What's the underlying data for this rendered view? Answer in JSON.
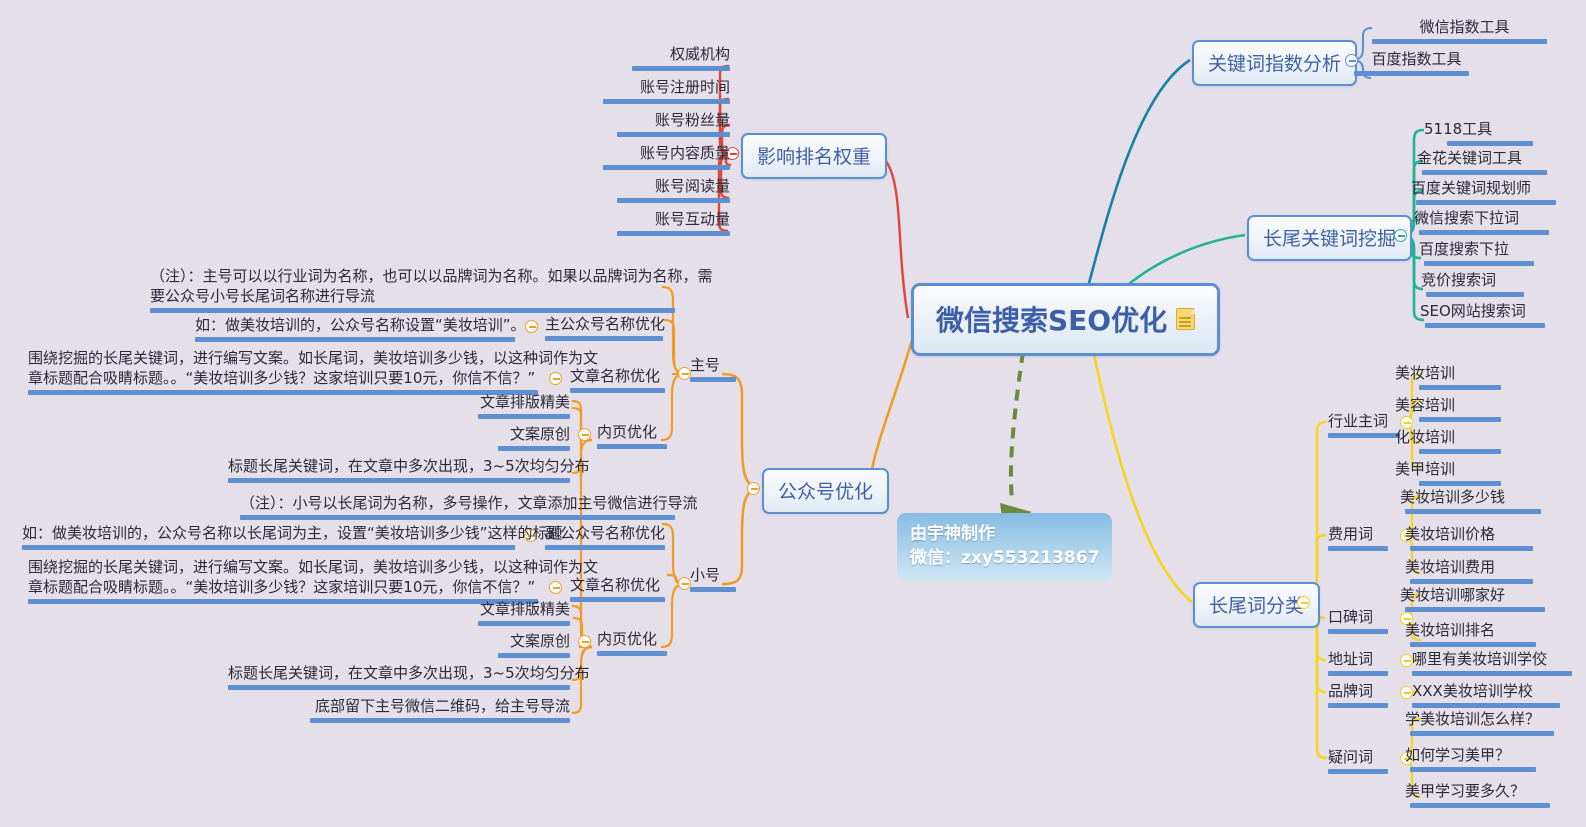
{
  "root": {
    "label": "微信搜索SEO优化",
    "icon": "note-icon"
  },
  "credit": {
    "line1": "由宇神制作",
    "line2": "微信：zxy553213867"
  },
  "colors": {
    "background": "#e4dfe9",
    "node_border": "#5b8fd4",
    "node_text": "#3f5fa6",
    "underline_bar": "#5e8fd0",
    "branch_red": "#e0453b",
    "branch_orange": "#f29a22",
    "branch_teal_blue": "#1682a8",
    "branch_green": "#22b394",
    "branch_yellow": "#f5d422",
    "arrow_green": "#6c8a3c",
    "note_icon": "#f8d870"
  },
  "branches": {
    "ranking_weight": {
      "label": "影响排名权重",
      "color": "#e0453b",
      "children": [
        "权威机构",
        "账号注册时间",
        "账号粉丝量",
        "账号内容质量",
        "账号阅读量",
        "账号互动量"
      ]
    },
    "keyword_index_analysis": {
      "label": "关键词指数分析",
      "color": "#1682a8",
      "children": [
        "微信指数工具",
        "百度指数工具"
      ]
    },
    "longtail_mining": {
      "label": "长尾关键词挖掘",
      "color": "#22b394",
      "children": [
        "5118工具",
        "金花关键词工具",
        "百度关键词规划师",
        "微信搜索下拉词",
        "百度搜索下拉",
        "竞价搜索词",
        "SEO网站搜索词"
      ]
    },
    "official_account_opt": {
      "label": "公众号优化",
      "color": "#f29a22",
      "groups": [
        {
          "label": "主号",
          "items": [
            {
              "label": "主公众号名称优化",
              "notes": [
                "（注）：主号可以以行业词为名称，也可以以品牌词为名称。如果以品牌词为名称，需",
                "要公众号小号长尾词名称进行导流"
              ],
              "example": "如：做美妆培训的，公众号名称设置“美妆培训”。"
            },
            {
              "label": "文章名称优化",
              "desc": [
                "围绕挖掘的长尾关键词，进行编写文案。如长尾词，美妆培训多少钱，以这种词作为文",
                "章标题配合吸睛标题。。“美妆培训多少钱？这家培训只要10元，你信不信？”"
              ]
            },
            {
              "label": "内页优化",
              "children": [
                "文章排版精美",
                "文案原创",
                "标题长尾关键词，在文章中多次出现，3~5次均匀分布"
              ]
            }
          ]
        },
        {
          "label": "小号",
          "items": [
            {
              "label": "副公众号名称优化",
              "notes": [
                "（注）：小号以长尾词为名称，多号操作，文章添加主号微信进行导流"
              ],
              "example": "如：做美妆培训的，公众号名称以长尾词为主，设置“美妆培训多少钱”这样的标题"
            },
            {
              "label": "文章名称优化",
              "desc": [
                "围绕挖掘的长尾关键词，进行编写文案。如长尾词，美妆培训多少钱，以这种词作为文",
                "章标题配合吸睛标题。。“美妆培训多少钱？这家培训只要10元，你信不信？”"
              ]
            },
            {
              "label": "内页优化",
              "children": [
                "文章排版精美",
                "文案原创",
                "标题长尾关键词，在文章中多次出现，3~5次均匀分布",
                "底部留下主号微信二维码，给主号导流"
              ]
            }
          ]
        }
      ]
    },
    "longtail_classification": {
      "label": "长尾词分类",
      "color": "#f5d422",
      "groups": [
        {
          "label": "行业主词",
          "items": [
            "美妆培训",
            "美容培训",
            "化妆培训",
            "美甲培训"
          ]
        },
        {
          "label": "费用词",
          "items": [
            "美妆培训多少钱",
            "美妆培训价格",
            "美妆培训费用"
          ]
        },
        {
          "label": "口碑词",
          "items": [
            "美妆培训哪家好",
            "美妆培训排名"
          ]
        },
        {
          "label": "地址词",
          "items": [
            "哪里有美妆培训学佼"
          ]
        },
        {
          "label": "品牌词",
          "items": [
            "XXX美妆培训学校"
          ]
        },
        {
          "label": "疑问词",
          "items": [
            "学美妆培训怎么样？",
            "如何学习美甲？",
            "美甲学习要多久？"
          ]
        }
      ]
    }
  }
}
